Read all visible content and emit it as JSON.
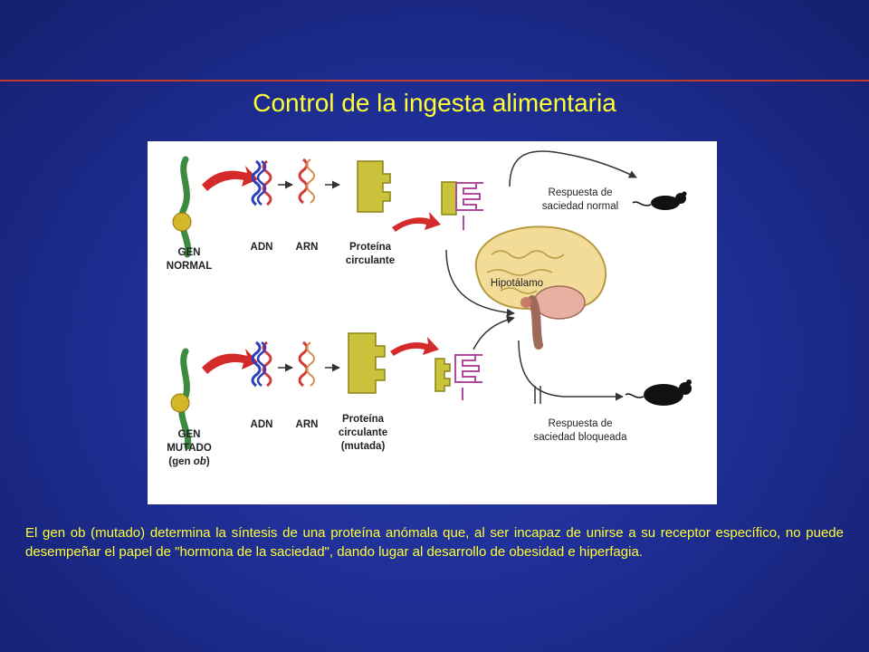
{
  "slide": {
    "title": "Control de la ingesta alimentaria",
    "caption": "El gen ob (mutado) determina la síntesis de una proteína anómala que, al ser incapaz de unirse a su receptor específico, no puede desempeñar el papel de \"hormona de la saciedad\", dando lugar al desarrollo de obesidad e hiperfagia."
  },
  "diagram": {
    "normal": {
      "gene_line1": "GEN",
      "gene_line2": "NORMAL",
      "dna": "ADN",
      "rna": "ARN",
      "protein_line1": "Proteína",
      "protein_line2": "circulante",
      "response_line1": "Respuesta de",
      "response_line2": "saciedad normal"
    },
    "mutated": {
      "gene_line1": "GEN",
      "gene_line2": "MUTADO",
      "gene_line3_prefix": "(gen ",
      "gene_line3_italic": "ob",
      "gene_line3_suffix": ")",
      "dna": "ADN",
      "rna": "ARN",
      "protein_line1": "Proteína",
      "protein_line2": "circulante",
      "protein_line3": "(mutada)",
      "response_line1": "Respuesta de",
      "response_line2": "saciedad bloqueada"
    },
    "brain_label": "Hipotálamo"
  },
  "colors": {
    "title": "#ffff33",
    "caption": "#ffff33",
    "background": "#1f2f96",
    "rule": "#c0392b",
    "gene": "#3d8b3d",
    "gene_bead": "#d4b62a",
    "arrow_red": "#d42a2a",
    "dna_blue": "#2a3fb8",
    "dna_red": "#d43a3a",
    "protein": "#c9c23a",
    "receptor": "#b04aa0",
    "brain": "#f3dc98"
  }
}
